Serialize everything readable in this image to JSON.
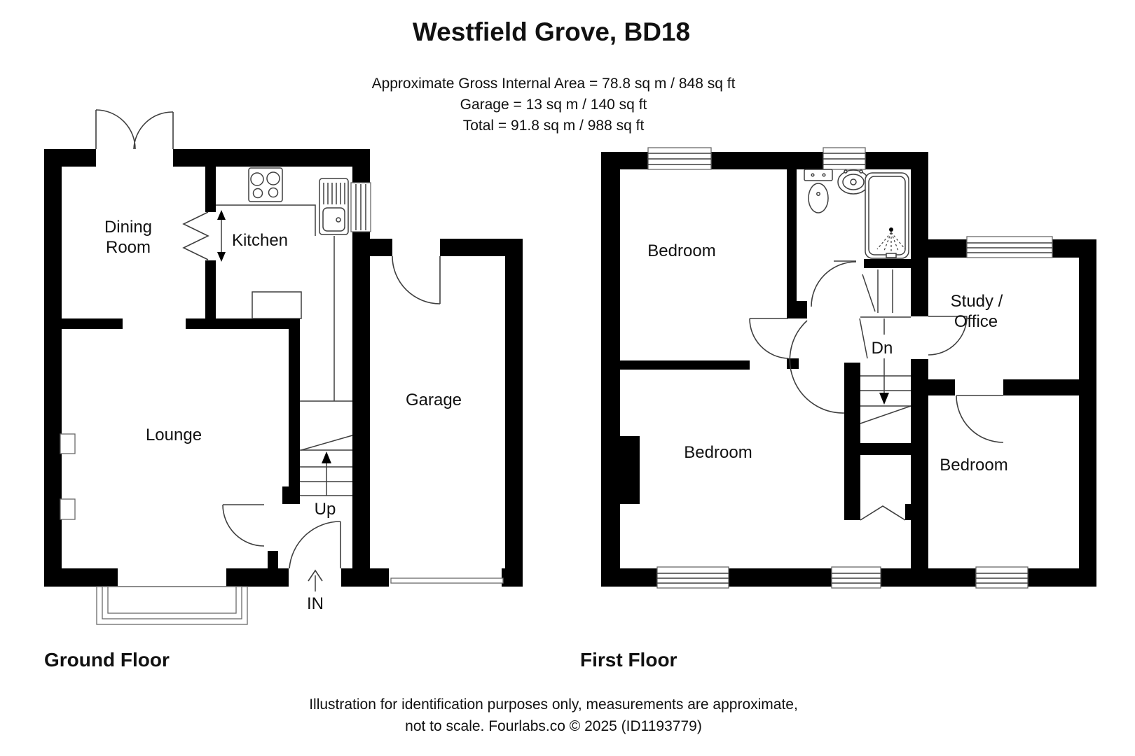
{
  "header": {
    "title": "Westfield Grove, BD18",
    "area_line1": "Approximate Gross Internal Area = 78.8 sq m / 848 sq ft",
    "area_line2": "Garage = 13 sq m / 140 sq ft",
    "area_line3": "Total = 91.8 sq m / 988 sq ft"
  },
  "ground_floor": {
    "label": "Ground Floor",
    "dining_line1": "Dining",
    "dining_line2": "Room",
    "kitchen": "Kitchen",
    "lounge": "Lounge",
    "garage": "Garage",
    "stairs_label": "Up",
    "entrance_label": "IN"
  },
  "first_floor": {
    "label": "First Floor",
    "bedroom_front": "Bedroom",
    "bedroom_back": "Bedroom",
    "bedroom_side": "Bedroom",
    "study_line1": "Study /",
    "study_line2": "Office",
    "stairs_label": "Dn"
  },
  "footer": {
    "line1": "Illustration for identification purposes only, measurements are approximate,",
    "line2": "not to scale. Fourlabs.co © 2025 (ID1193779)"
  },
  "colors": {
    "wall": "#000000",
    "line": "#3f3f3f",
    "background": "#ffffff",
    "text": "#111111"
  }
}
